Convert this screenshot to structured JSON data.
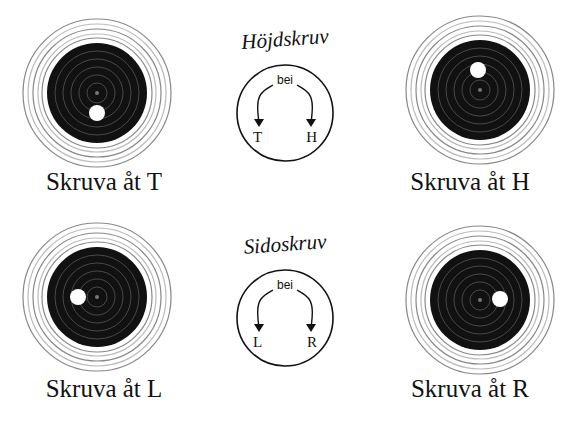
{
  "diagram": {
    "nodes": [
      {
        "text": [
          "Höjdskruv",
          "bei",
          "T",
          "H"
        ]
      },
      {
        "text": [
          "Sidoskruv",
          "bei",
          "L",
          "R"
        ]
      }
    ],
    "labels": [
      "Skruva åt T",
      "Skruva åt H",
      "Skruva åt L",
      "Skruva åt R"
    ]
  }
}
